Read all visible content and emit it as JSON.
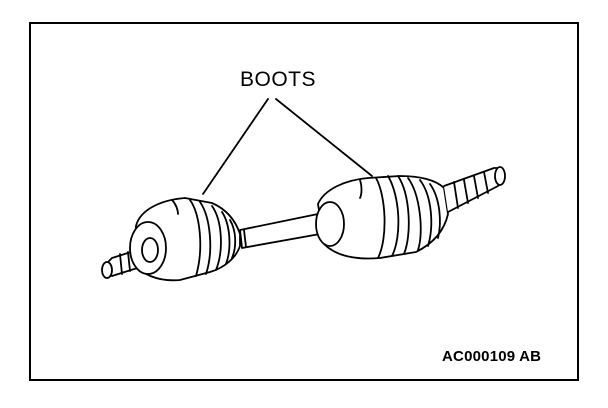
{
  "figure": {
    "callout_label": "BOOTS",
    "figure_id": "AC000109 AB",
    "subject": "drive-shaft-with-cv-joint-boots",
    "colors": {
      "ink": "#000000",
      "paper": "#ffffff"
    }
  }
}
